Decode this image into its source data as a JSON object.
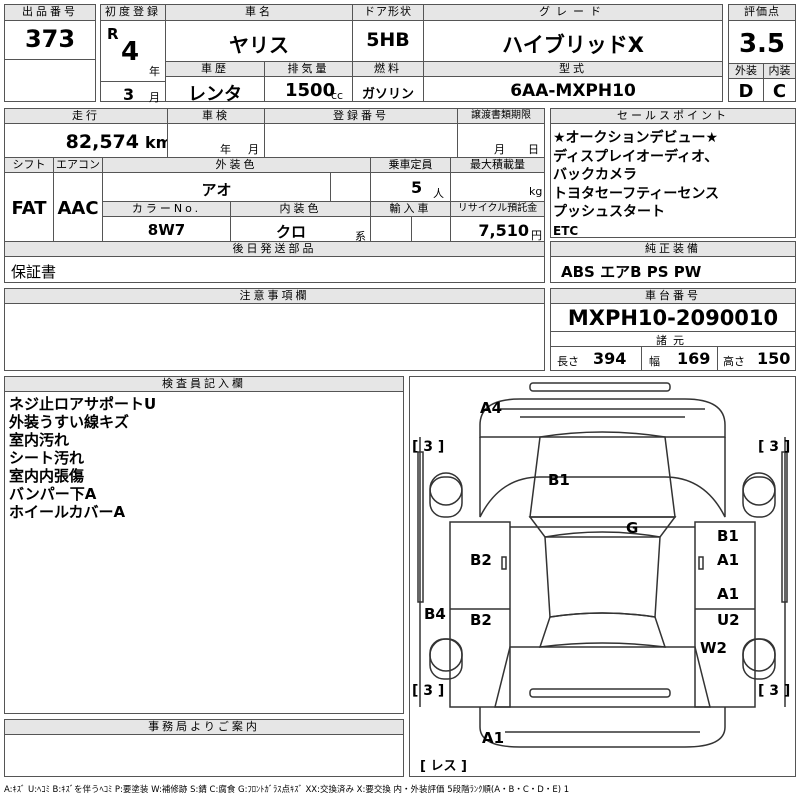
{
  "labels": {
    "lot_no": "出品番号",
    "first_reg": "初度登録",
    "car_name": "車名",
    "door": "ドア形状",
    "grade": "グレード",
    "score": "評価点",
    "history": "車歴",
    "displacement": "排気量",
    "fuel": "燃料",
    "model_code": "型式",
    "exterior": "外装",
    "interior": "内装",
    "mileage": "走行",
    "inspection": "車検",
    "reg_no": "登録番号",
    "transfer_deadline": "譲渡書類期限",
    "sales_point": "セールスポイント",
    "shift": "シフト",
    "aircon": "エアコン",
    "ext_color": "外装色",
    "capacity": "乗車定員",
    "max_load": "最大積載量",
    "color_no": "カラーNo.",
    "int_color": "内装色",
    "import": "輸入車",
    "recycle": "リサイクル預託金",
    "later_parts": "後日発送部品",
    "genuine": "純正装備",
    "notes": "注意事項欄",
    "chassis_no": "車台番号",
    "dimensions": "諸元",
    "length": "長さ",
    "width": "幅",
    "height": "高さ",
    "inspector": "検査員記入欄",
    "office": "事務局よりご案内",
    "year_unit": "年",
    "month_unit": "月",
    "day_unit": "日",
    "cc": "cc",
    "km": "km",
    "persons": "人",
    "kg": "kg",
    "yen": "円",
    "kei": "系"
  },
  "values": {
    "lot_no": "373",
    "era": "R",
    "year": "4",
    "month": "3",
    "car_name": "ヤリス",
    "door": "5HB",
    "grade": "ハイブリッドX",
    "score": "3.5",
    "history": "レンタ",
    "displacement": "1500",
    "fuel": "ガソリン",
    "model_code": "6AA-MXPH10",
    "exterior": "D",
    "interior": "C",
    "mileage": "82,574",
    "shift": "FAT",
    "aircon": "AAC",
    "ext_color": "アオ",
    "capacity": "5",
    "color_no": "8W7",
    "int_color": "クロ",
    "recycle": "7,510",
    "later_parts": "保証書",
    "genuine": "ABS エアB PS PW",
    "chassis_no": "MXPH10-2090010",
    "length": "394",
    "width": "169",
    "height": "150",
    "sales_points": [
      "★オークションデビュー★",
      "ディスプレイオーディオ、",
      "バックカメラ",
      "トヨタセーフティーセンス",
      "プッシュスタート",
      "ETC"
    ],
    "inspector_notes": [
      "ネジ止ロアサポートU",
      "外装うすい線キズ",
      "室内汚れ",
      "シート汚れ",
      "室内内張傷",
      "バンパー下A",
      "ホイールカバーA"
    ]
  },
  "diagram": {
    "A4": "A4",
    "B1_hood": "B1",
    "G": "G",
    "B1_right": "B1",
    "A1_right_front_door": "A1",
    "B2_left_front": "B2",
    "A1_right_rear": "A1",
    "U2": "U2",
    "B4": "B4",
    "B2_left_rear": "B2",
    "W2": "W2",
    "A1_rear": "A1",
    "tire_tl": "[ 3 ]",
    "tire_tr": "[ 3 ]",
    "tire_bl": "[ 3 ]",
    "tire_br": "[ 3 ]",
    "spare": "[ レス ]"
  },
  "legend": "A:ｷｽﾞ U:ﾍｺﾐ B:ｷｽﾞを伴うﾍｺﾐ P:要塗装 W:補修跡 S:錆 C:腐食 G:ﾌﾛﾝﾄｶﾞﾗｽ点ｷｽﾞ XX:交換済み X:要交換 内・外装評価 5段階ﾗﾝｸ順(A・B・C・D・E) 1"
}
